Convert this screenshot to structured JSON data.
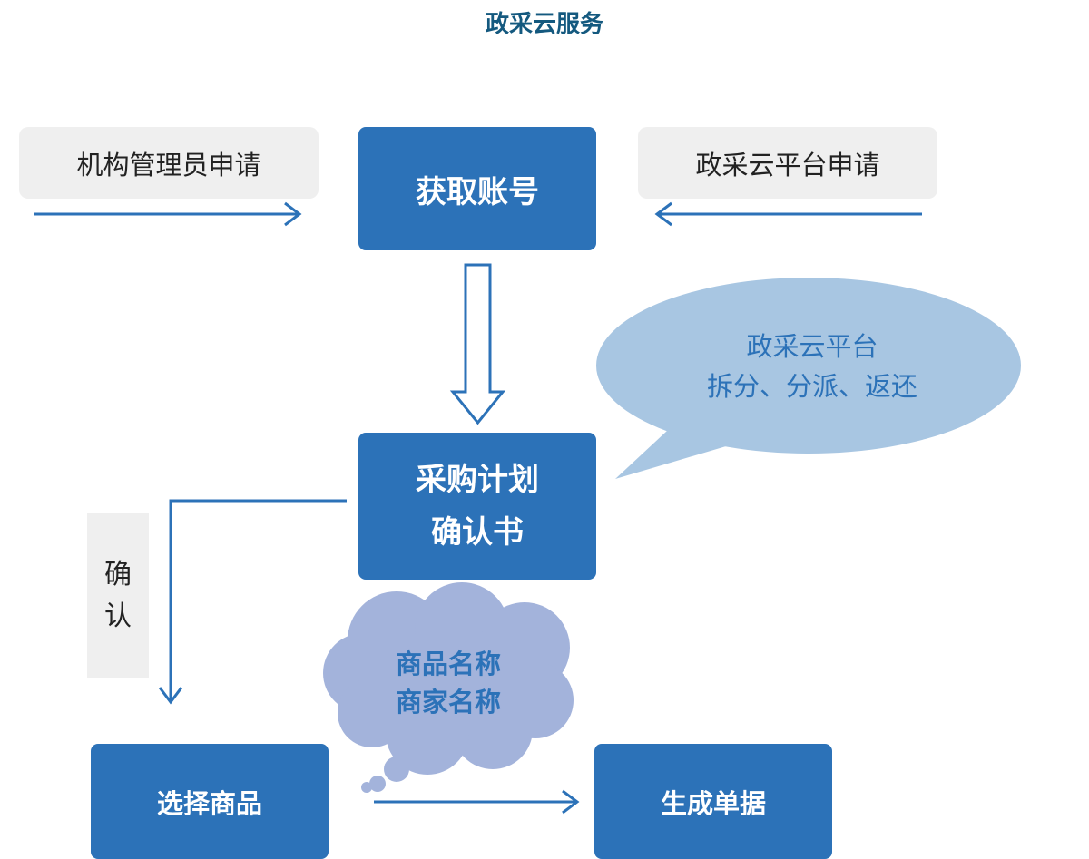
{
  "title": "政采云服务",
  "nodes": {
    "org_admin_apply": "机构管理员申请",
    "platform_apply": "政采云平台申请",
    "get_account": "获取账号",
    "purchase_plan": [
      "采购计划",
      "确认书"
    ],
    "select_goods": "选择商品",
    "generate_docs": "生成单据"
  },
  "side_label": [
    "确",
    "认"
  ],
  "speech_bubble": [
    "政采云平台",
    "拆分、分派、返还"
  ],
  "thought_bubble": [
    "商品名称",
    "商家名称"
  ],
  "colors": {
    "title": "#14597f",
    "box_blue": "#2c72b8",
    "box_gray": "#efefef",
    "speech_bubble": "#a8c6e2",
    "thought_bubble": "#a3b3db",
    "arrow": "#2c72b8"
  }
}
